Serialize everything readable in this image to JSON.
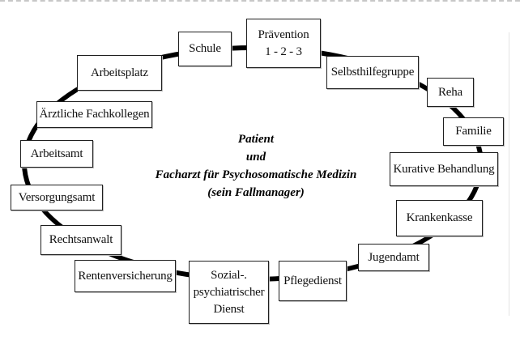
{
  "diagram": {
    "center_caption": "Patient\nund\nFacharzt für Psychosomatische Medizin\n(sein Fallmanager)",
    "nodes": [
      {
        "id": "schule",
        "label": "Schule"
      },
      {
        "id": "praevention",
        "label": "Prävention\n1 - 2 - 3"
      },
      {
        "id": "selbsthilfegruppe",
        "label": "Selbsthilfegruppe"
      },
      {
        "id": "reha",
        "label": "Reha"
      },
      {
        "id": "familie",
        "label": "Familie"
      },
      {
        "id": "kurative-behandlung",
        "label": "Kurative Behandlung"
      },
      {
        "id": "krankenkasse",
        "label": "Krankenkasse"
      },
      {
        "id": "jugendamt",
        "label": "Jugendamt"
      },
      {
        "id": "pflegedienst",
        "label": "Pflegedienst"
      },
      {
        "id": "sozialpsychiatrischer-dienst",
        "label": "Sozial-.\npsychiatrischer\nDienst"
      },
      {
        "id": "rentenversicherung",
        "label": "Rentenversicherung"
      },
      {
        "id": "rechtsanwalt",
        "label": "Rechtsanwalt"
      },
      {
        "id": "versorgungsamt",
        "label": "Versorgungsamt"
      },
      {
        "id": "arbeitsamt",
        "label": "Arbeitsamt"
      },
      {
        "id": "aerztliche-fachkollegen",
        "label": "Ärztliche Fachkollegen"
      },
      {
        "id": "arbeitsplatz",
        "label": "Arbeitsplatz"
      }
    ],
    "colors": {
      "ring_line": "#000000",
      "box_border": "#1f1f1f",
      "box_fill": "#ffffff",
      "text": "#111111",
      "background": "#ffffff"
    }
  }
}
